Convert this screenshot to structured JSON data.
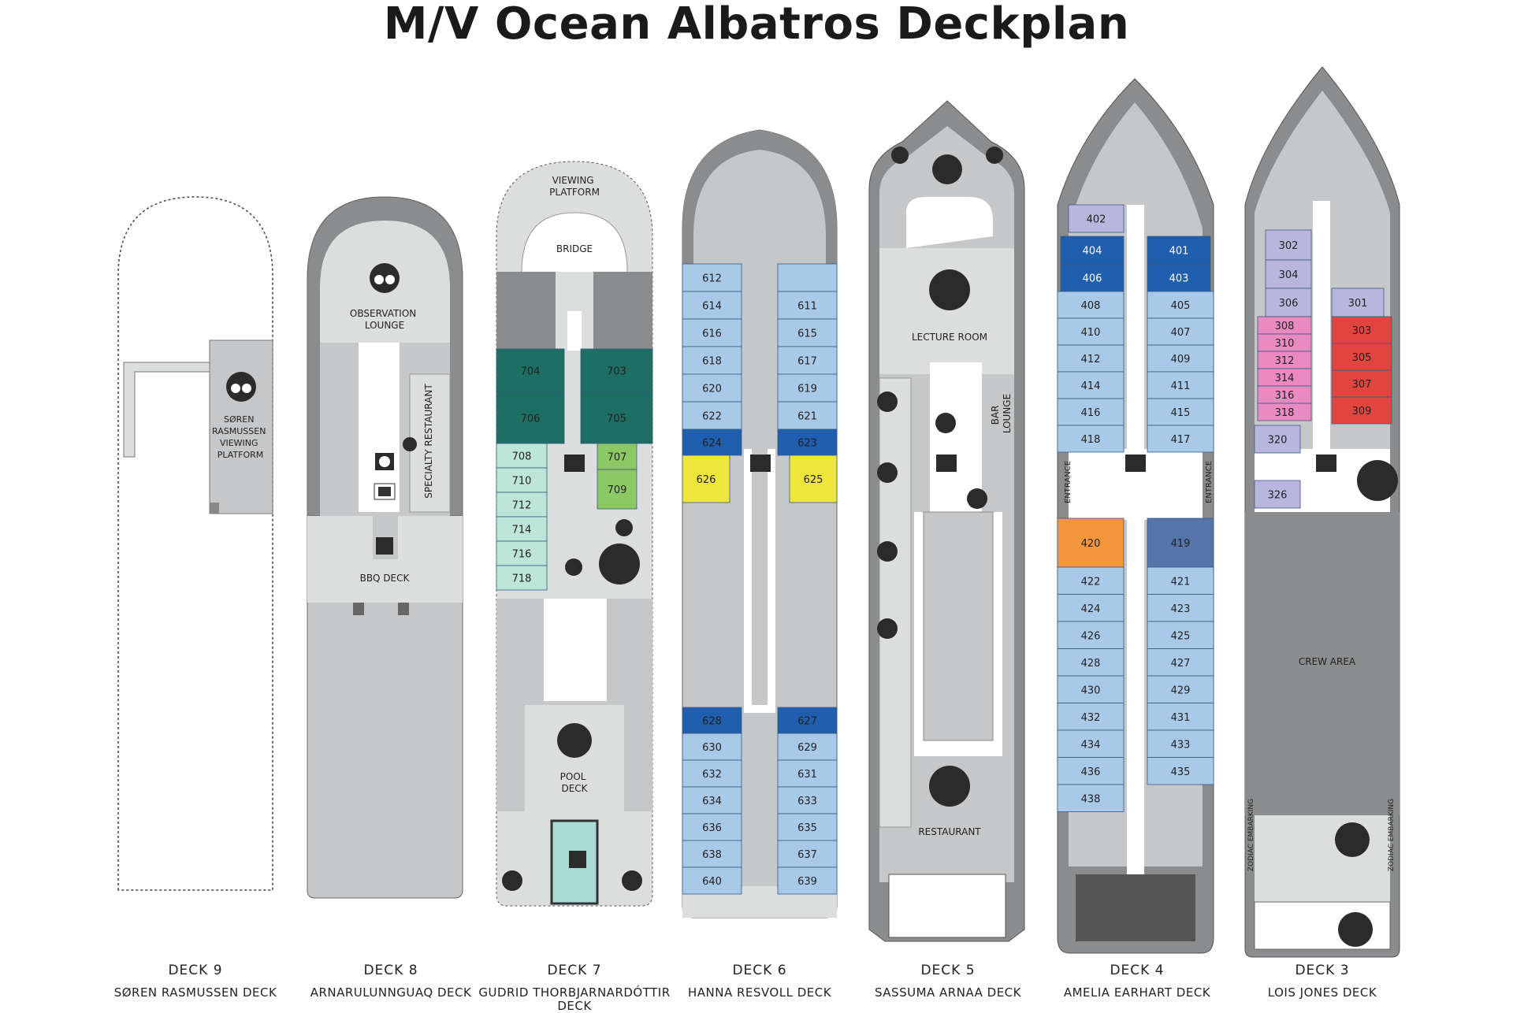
{
  "title": "M/V Ocean Albatros Deckplan",
  "decks": [
    {
      "id": "deck9",
      "number": "DECK 9",
      "name": "SØREN RASMUSSEN DECK"
    },
    {
      "id": "deck8",
      "number": "DECK 8",
      "name": "ARNARULUNNGUAQ DECK"
    },
    {
      "id": "deck7",
      "number": "DECK 7",
      "name": "GUDRID THORBJARNARDÓTTIR DECK"
    },
    {
      "id": "deck6",
      "number": "DECK 6",
      "name": "HANNA RESVOLL DECK"
    },
    {
      "id": "deck5",
      "number": "DECK 5",
      "name": "SASSUMA ARNAA DECK"
    },
    {
      "id": "deck4",
      "number": "DECK 4",
      "name": "AMELIA EARHART DECK"
    },
    {
      "id": "deck3",
      "number": "DECK 3",
      "name": "LOIS JONES DECK"
    }
  ],
  "areas": {
    "viewing_platform_9": [
      "SØREN",
      "RASMUSSEN",
      "VIEWING",
      "PLATFORM"
    ],
    "observation_lounge": [
      "OBSERVATION",
      "LOUNGE"
    ],
    "specialty_restaurant": "SPECIALTY RESTAURANT",
    "bbq_deck": "BBQ DECK",
    "viewing_platform_7": [
      "VIEWING",
      "PLATFORM"
    ],
    "bridge": "BRIDGE",
    "pool_deck": [
      "POOL",
      "DECK"
    ],
    "lecture_room": "LECTURE ROOM",
    "bar_lounge": [
      "BAR",
      "LOUNGE"
    ],
    "restaurant": "RESTAURANT",
    "entrance": "ENTRANCE",
    "crew_area": "CREW AREA",
    "zodiac_embarking": "ZODIAC EMBARKING"
  },
  "colors": {
    "hull_dark": "#8a8c8e",
    "hull_light": "#c6c7c8",
    "deck_floor": "#dcdddd",
    "cabin_blue_light": "#a9c9e8",
    "cabin_blue_dark": "#1f5fae",
    "cabin_blue_mid": "#5574a8",
    "suite_teal": "#1d6e63",
    "cabin_mint": "#bde6d9",
    "cabin_green": "#8cc965",
    "cabin_yellow": "#efe63c",
    "cabin_orange": "#f4973a",
    "cabin_lavender": "#b9b6dd",
    "cabin_pink": "#e98ac0",
    "cabin_red": "#e0463f",
    "icon_dark": "#2b2b2b"
  },
  "cabins": {
    "deck7": {
      "teal": [
        "704",
        "703",
        "706",
        "705"
      ],
      "mint": [
        "708",
        "710",
        "712",
        "714",
        "716",
        "718"
      ],
      "green": [
        "707",
        "709"
      ]
    },
    "deck6": {
      "left": [
        "612",
        "614",
        "616",
        "618",
        "620",
        "622"
      ],
      "right": [
        "611",
        "615",
        "617",
        "619",
        "621"
      ],
      "dark": [
        "624",
        "623",
        "628",
        "627"
      ],
      "yellow": [
        "626",
        "625"
      ],
      "left_aft": [
        "630",
        "632",
        "634",
        "636",
        "638",
        "640"
      ],
      "right_aft": [
        "629",
        "631",
        "633",
        "635",
        "637",
        "639"
      ]
    },
    "deck4": {
      "top": "402",
      "dark": [
        "404",
        "401",
        "406",
        "403"
      ],
      "left": [
        "408",
        "410",
        "412",
        "414",
        "416",
        "418"
      ],
      "right": [
        "405",
        "407",
        "409",
        "411",
        "415",
        "417"
      ],
      "orange": "420",
      "slate": [
        "419",
        "426",
        "429",
        "428"
      ],
      "left_aft": [
        "422",
        "424",
        "426",
        "428",
        "430",
        "432",
        "434",
        "436",
        "438"
      ],
      "right_aft": [
        "421",
        "423",
        "425",
        "427",
        "429",
        "431",
        "433",
        "435"
      ]
    },
    "deck3": {
      "lavender": [
        "302",
        "304",
        "306",
        "301",
        "320",
        "326"
      ],
      "pink": [
        "308",
        "310",
        "312",
        "314",
        "316",
        "318"
      ],
      "red": [
        "303",
        "305",
        "307",
        "309"
      ]
    }
  }
}
